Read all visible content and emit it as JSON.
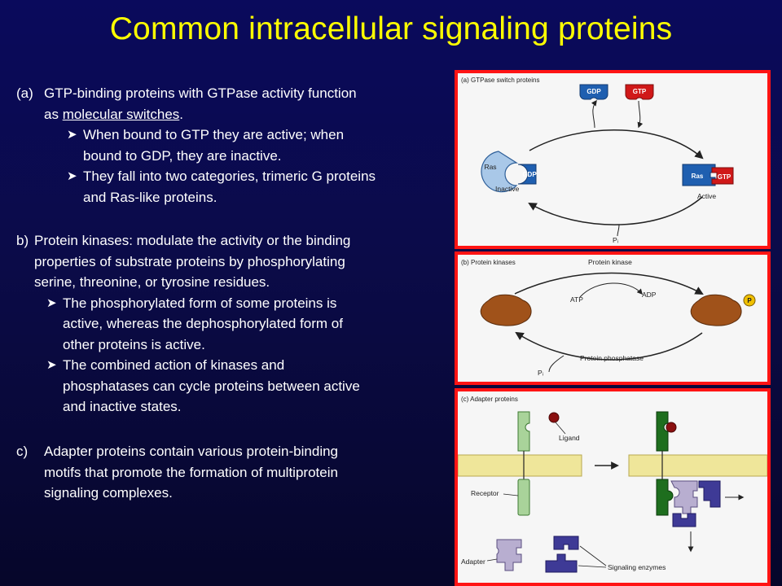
{
  "title": "Common intracellular signaling proteins",
  "section_a": {
    "label": "(a)",
    "line1": "GTP-binding proteins with GTPase activity function",
    "line2_pre": "as ",
    "line2_u": "molecular switches",
    "line2_post": ".",
    "bullets": [
      {
        "l1": "When bound to GTP they are active; when",
        "l2": "bound to GDP, they are inactive."
      },
      {
        "l1": "They fall into two categories, trimeric G proteins",
        "l2": "and Ras-like proteins."
      }
    ]
  },
  "section_b": {
    "label": "b)",
    "lines": [
      "Protein kinases: modulate the activity or the binding",
      "properties of substrate proteins by phosphorylating",
      "serine, threonine, or tyrosine residues."
    ],
    "bullets": [
      {
        "lines": [
          "The phosphorylated form of some proteins is",
          "active, whereas the dephosphorylated form of",
          "other proteins is active."
        ]
      },
      {
        "lines": [
          "The combined action of kinases and",
          "phosphatases can cycle proteins between active",
          "and inactive states."
        ]
      }
    ]
  },
  "section_c": {
    "label": "c)",
    "lines": [
      "Adapter proteins contain various protein-binding",
      "motifs that promote the formation of multiprotein",
      "signaling complexes."
    ]
  },
  "panel_a": {
    "title": "(a) GTPase switch proteins",
    "gdp": "GDP",
    "gtp": "GTP",
    "ras": "Ras",
    "inactive": "Inactive",
    "active": "Active",
    "pi": "Pᵢ"
  },
  "panel_b": {
    "title": "(b) Protein kinases",
    "kinase": "Protein kinase",
    "atp": "ATP",
    "adp": "ADP",
    "phosphatase": "Protein phosphatase",
    "pi": "Pᵢ",
    "p": "P"
  },
  "panel_c": {
    "title": "(c) Adapter proteins",
    "ligand": "Ligand",
    "receptor": "Receptor",
    "adapter": "Adapter",
    "enzymes": "Signaling enzymes"
  },
  "colors": {
    "background": "#0a0a5c",
    "title": "#ffff00",
    "panel_border": "#ff1414",
    "gdp_blue": "#1f5fb0",
    "gtp_red": "#d01818",
    "ras_light": "#a9c8e8",
    "substrate": "#a0521a",
    "phosphate": "#f0c000",
    "receptor_light": "#a9d39a",
    "receptor_dark": "#1e6e1e",
    "ligand": "#8a1010",
    "enzyme": "#3e3a96",
    "adapter_light": "#b8aed0",
    "membrane": "#efe69a"
  },
  "icons": {
    "bullet": "arrowhead-bullet-icon"
  }
}
